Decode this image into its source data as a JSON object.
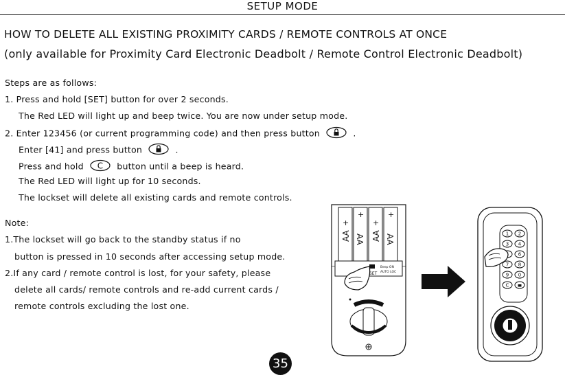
{
  "header": {
    "title": "SETUP  MODE"
  },
  "headings": {
    "main": "HOW  TO  DELETE  ALL  EXISTING  PROXIMITY  CARDS  /  REMOTE  CONTROLS  AT  ONCE",
    "sub": "(only  available  for  Proximity  Card  Electronic  Deadbolt  /  Remote  Control  Electronic  Deadbolt)"
  },
  "steps": {
    "intro": "Steps  are  as  follows:",
    "s1a": "1.  Press  and  hold  [SET]  button  for  over  2  seconds.",
    "s1b": "The  Red  LED  will  light  up  and  beep  twice.  You  are  now  under  setup  mode.",
    "s2a": "2.  Enter  123456  (or  current  programming  code)  and  then  press  button",
    "s2a_end": ".",
    "s2b": "Enter  [41]  and  press  button",
    "s2b_end": ".",
    "s2c_pre": "Press  and  hold",
    "s2c_post": "button  until  a  beep  is  heard.",
    "s2d": "The  Red  LED  will  light  up  for  10  seconds.",
    "s2e": "The  lockset  will  delete  all  existing  cards  and  remote  controls."
  },
  "notes": {
    "title": "Note:",
    "n1a": "1.The  lockset  will  go  back  to  the  standby  status  if  no",
    "n1b": "button  is  pressed  in  10  seconds  after  accessing  setup  mode.",
    "n2a": "2.If  any  card  /  remote  control  is  lost,  for  your  safety,  please",
    "n2b": "delete  all  cards/  remote  controls  and  re-add  current  cards  /",
    "n2c": "remote  controls  excluding  the  lost  one."
  },
  "illustration": {
    "battery_label": "AA",
    "set_label": "SET",
    "switch_label_1": "Beep ON",
    "switch_label_2": "AUTO LOC",
    "c_key": "C",
    "keypad_keys": [
      "1",
      "2",
      "3",
      "4",
      "5",
      "6",
      "7",
      "8",
      "9",
      "0",
      "C",
      "lock"
    ]
  },
  "page_number": "35",
  "colors": {
    "text": "#111111",
    "badge_bg": "#111111",
    "arrow": "#111111"
  }
}
